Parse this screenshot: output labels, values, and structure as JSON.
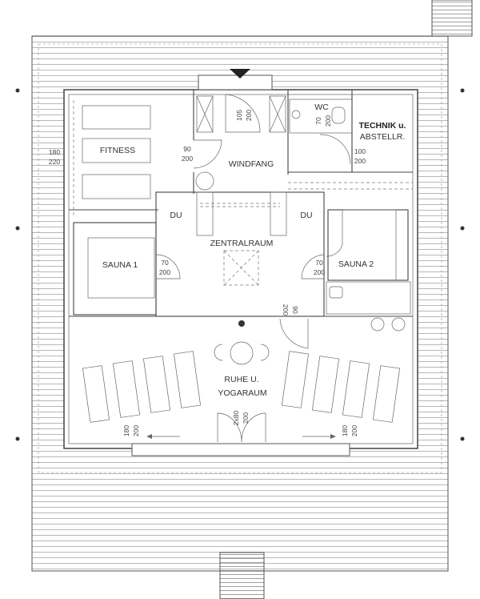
{
  "plan": {
    "rooms": {
      "fitness": "FITNESS",
      "windfang": "WINDFANG",
      "wc": "WC",
      "technik_line1": "TECHNIK u.",
      "technik_line2": "ABSTELLR.",
      "du_left": "DU",
      "du_right": "DU",
      "zentralraum": "ZENTRALRAUM",
      "sauna1": "SAUNA 1",
      "sauna2": "SAUNA 2",
      "ruhe_line1": "RUHE U.",
      "ruhe_line2": "YOGARAUM"
    },
    "dimensions": {
      "entry_door": [
        "105",
        "200"
      ],
      "fitness_door": [
        "90",
        "200"
      ],
      "wc_door": [
        "70",
        "200"
      ],
      "technik_door": [
        "100",
        "200"
      ],
      "fitness_window": [
        "180",
        "220"
      ],
      "sauna1_door": [
        "70",
        "200"
      ],
      "sauna2_door": [
        "70",
        "200"
      ],
      "ruhe_door": [
        "90",
        "200"
      ],
      "terrace_double_door": [
        "2x80",
        "200"
      ],
      "slide_left": [
        "180",
        "200"
      ],
      "slide_right": [
        "180",
        "200"
      ]
    }
  }
}
